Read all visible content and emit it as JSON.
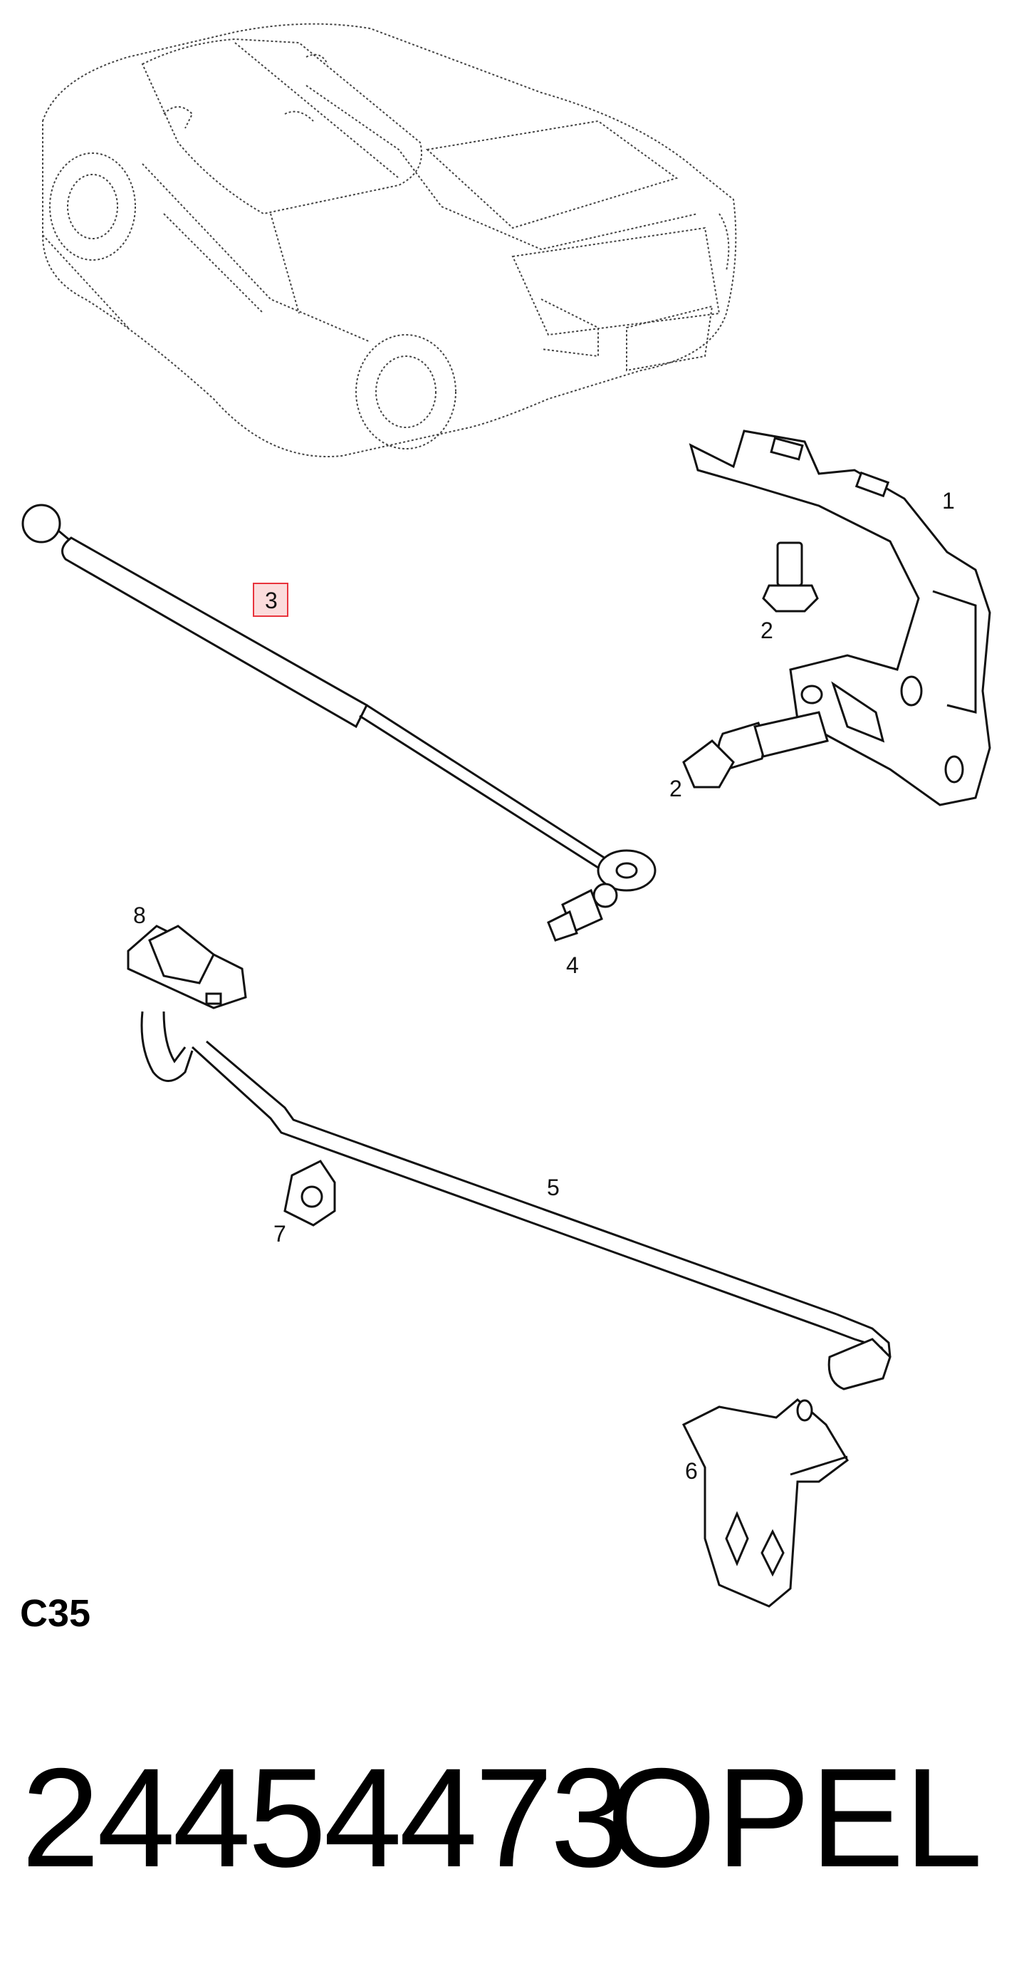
{
  "diagram": {
    "section_code": "C35",
    "callouts": [
      {
        "id": "c1",
        "label": "1"
      },
      {
        "id": "c2a",
        "label": "2"
      },
      {
        "id": "c2b",
        "label": "2"
      },
      {
        "id": "c3",
        "label": "3",
        "highlighted": true
      },
      {
        "id": "c4",
        "label": "4"
      },
      {
        "id": "c5",
        "label": "5"
      },
      {
        "id": "c6",
        "label": "6"
      },
      {
        "id": "c7",
        "label": "7"
      },
      {
        "id": "c8",
        "label": "8"
      }
    ],
    "highlight_color": "#e8343d",
    "highlight_fill": "#fbdcdc"
  },
  "footer": {
    "part_number": "24454473",
    "brand": "OPEL"
  }
}
